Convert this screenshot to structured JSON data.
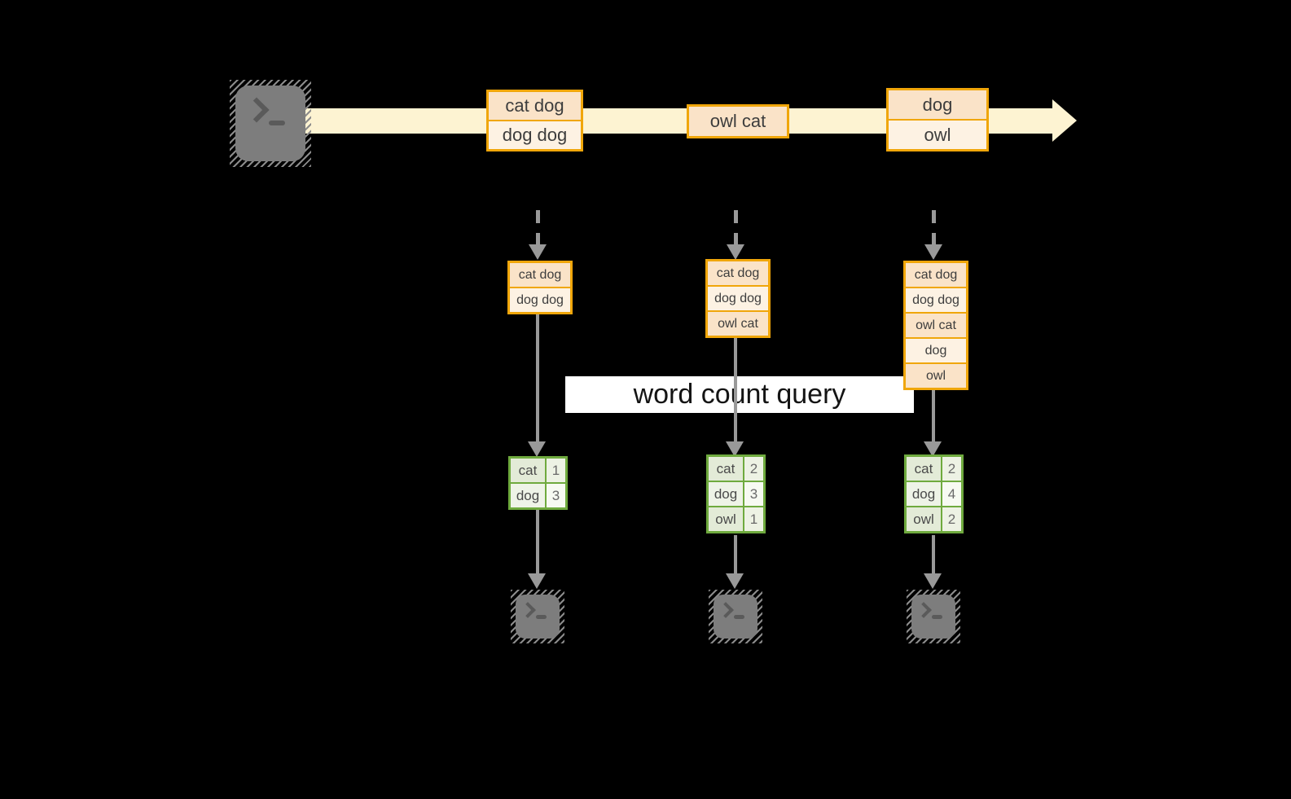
{
  "banner": {
    "label": "word count query"
  },
  "stream": {
    "events": [
      {
        "cells": [
          "cat dog",
          "dog dog"
        ]
      },
      {
        "cells": [
          "owl cat"
        ]
      },
      {
        "cells": [
          "dog",
          "owl"
        ]
      }
    ]
  },
  "columns": [
    {
      "ingested": [
        "cat dog",
        "dog dog"
      ],
      "counts": [
        [
          "cat",
          "1"
        ],
        [
          "dog",
          "3"
        ]
      ]
    },
    {
      "ingested": [
        "cat dog",
        "dog dog",
        "owl cat"
      ],
      "counts": [
        [
          "cat",
          "2"
        ],
        [
          "dog",
          "3"
        ],
        [
          "owl",
          "1"
        ]
      ]
    },
    {
      "ingested": [
        "cat dog",
        "dog dog",
        "owl cat",
        "dog",
        "owl"
      ],
      "counts": [
        [
          "cat",
          "2"
        ],
        [
          "dog",
          "4"
        ],
        [
          "owl",
          "2"
        ]
      ]
    }
  ],
  "icons": {
    "source": "terminal-icon",
    "sinks": [
      "terminal-icon",
      "terminal-icon",
      "terminal-icon"
    ]
  },
  "colors": {
    "background": "#000000",
    "stream_fill": "#fdf3d2",
    "event_border": "#f0a60a",
    "event_fill_dark": "#fae3c8",
    "event_fill_light": "#fdf2e3",
    "result_border": "#6faa3e",
    "connector_gray": "#999999",
    "banner_bg": "#ffffff",
    "terminal_gray": "#7d7d7d"
  }
}
